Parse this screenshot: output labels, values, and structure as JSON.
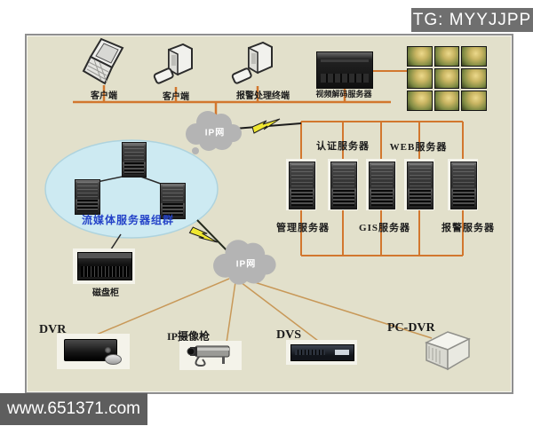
{
  "overlays": {
    "tg_badge": "TG: MYYJJPP",
    "watermark": "www.651371.com"
  },
  "diagram": {
    "top_row": {
      "devices": [
        {
          "label": "客户端"
        },
        {
          "label": "客户端"
        },
        {
          "label": "报警处理终端"
        },
        {
          "label": "视频解码服务器"
        }
      ]
    },
    "video_wall": {
      "rows": 3,
      "cols": 3
    },
    "networks": [
      {
        "label": "IP网"
      },
      {
        "label": "IP网"
      }
    ],
    "server_farm": {
      "server_count": 5,
      "top_labels": [
        "认证服务器",
        "WEB服务器"
      ],
      "bottom_labels": [
        "管理服务器",
        "GIS服务器",
        "报警服务器"
      ]
    },
    "media_cluster": {
      "label": "流媒体服务器组群",
      "server_count": 3
    },
    "storage": {
      "label": "磁盘柜"
    },
    "edge_devices": [
      {
        "label": "DVR"
      },
      {
        "label": "IP摄像枪"
      },
      {
        "label": "DVS"
      },
      {
        "label": "PC-DVR"
      }
    ],
    "colors": {
      "canvas_bg": "#e2e0cb",
      "bus_orange": "#d2772e",
      "fan_line_tan": "#c89858",
      "cloud_gray": "#b4b4b4",
      "ellipse_fill": "#cdeaf2",
      "cluster_label_blue": "#2443c8",
      "lightning_yellow": "#f0e832",
      "badge_bg": "#6f6f6f",
      "watermark_bg": "#5e5e5e"
    }
  }
}
